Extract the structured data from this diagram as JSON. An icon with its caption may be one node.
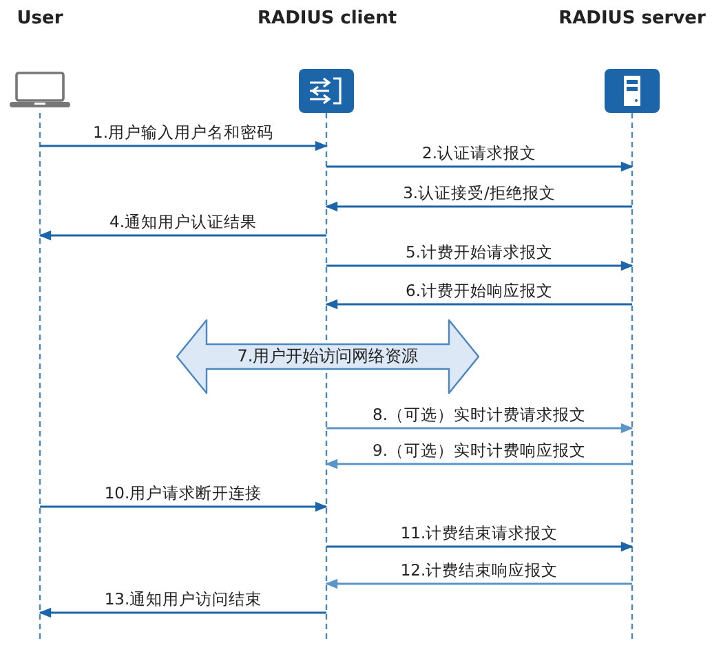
{
  "diagram": {
    "nodes": [
      {
        "text": [
          "User"
        ]
      },
      {
        "text": [
          "RADIUS client"
        ]
      },
      {
        "text": [
          "RADIUS server"
        ]
      },
      {
        "text": [
          "7.用户开始访问网络资源"
        ]
      }
    ],
    "edges": [
      {
        "from": 0,
        "to": 1,
        "arrow": "to",
        "label": "1.用户输入用户名和密码"
      },
      {
        "from": 1,
        "to": 2,
        "arrow": "to",
        "label": "2.认证请求报文"
      },
      {
        "from": 2,
        "to": 1,
        "arrow": "to",
        "label": "3.认证接受/拒绝报文"
      },
      {
        "from": 1,
        "to": 0,
        "arrow": "to",
        "label": "4.通知用户认证结果"
      },
      {
        "from": 1,
        "to": 2,
        "arrow": "to",
        "label": "5.计费开始请求报文"
      },
      {
        "from": 2,
        "to": 1,
        "arrow": "to",
        "label": "6.计费开始响应报文"
      },
      {
        "from": 1,
        "to": 2,
        "arrow": "to",
        "label": "8.（可选）实时计费请求报文",
        "color": "#5b95c8"
      },
      {
        "from": 2,
        "to": 1,
        "arrow": "to",
        "label": "9.（可选）实时计费响应报文",
        "color": "#5b95c8"
      },
      {
        "from": 0,
        "to": 1,
        "arrow": "to",
        "label": "10.用户请求断开连接"
      },
      {
        "from": 1,
        "to": 2,
        "arrow": "to",
        "label": "11.计费结束请求报文"
      },
      {
        "from": 2,
        "to": 1,
        "arrow": "to",
        "label": "12.计费结束响应报文",
        "color": "#5b95c8"
      },
      {
        "from": 1,
        "to": 0,
        "arrow": "to",
        "label": "13.通知用户访问结束"
      }
    ]
  }
}
